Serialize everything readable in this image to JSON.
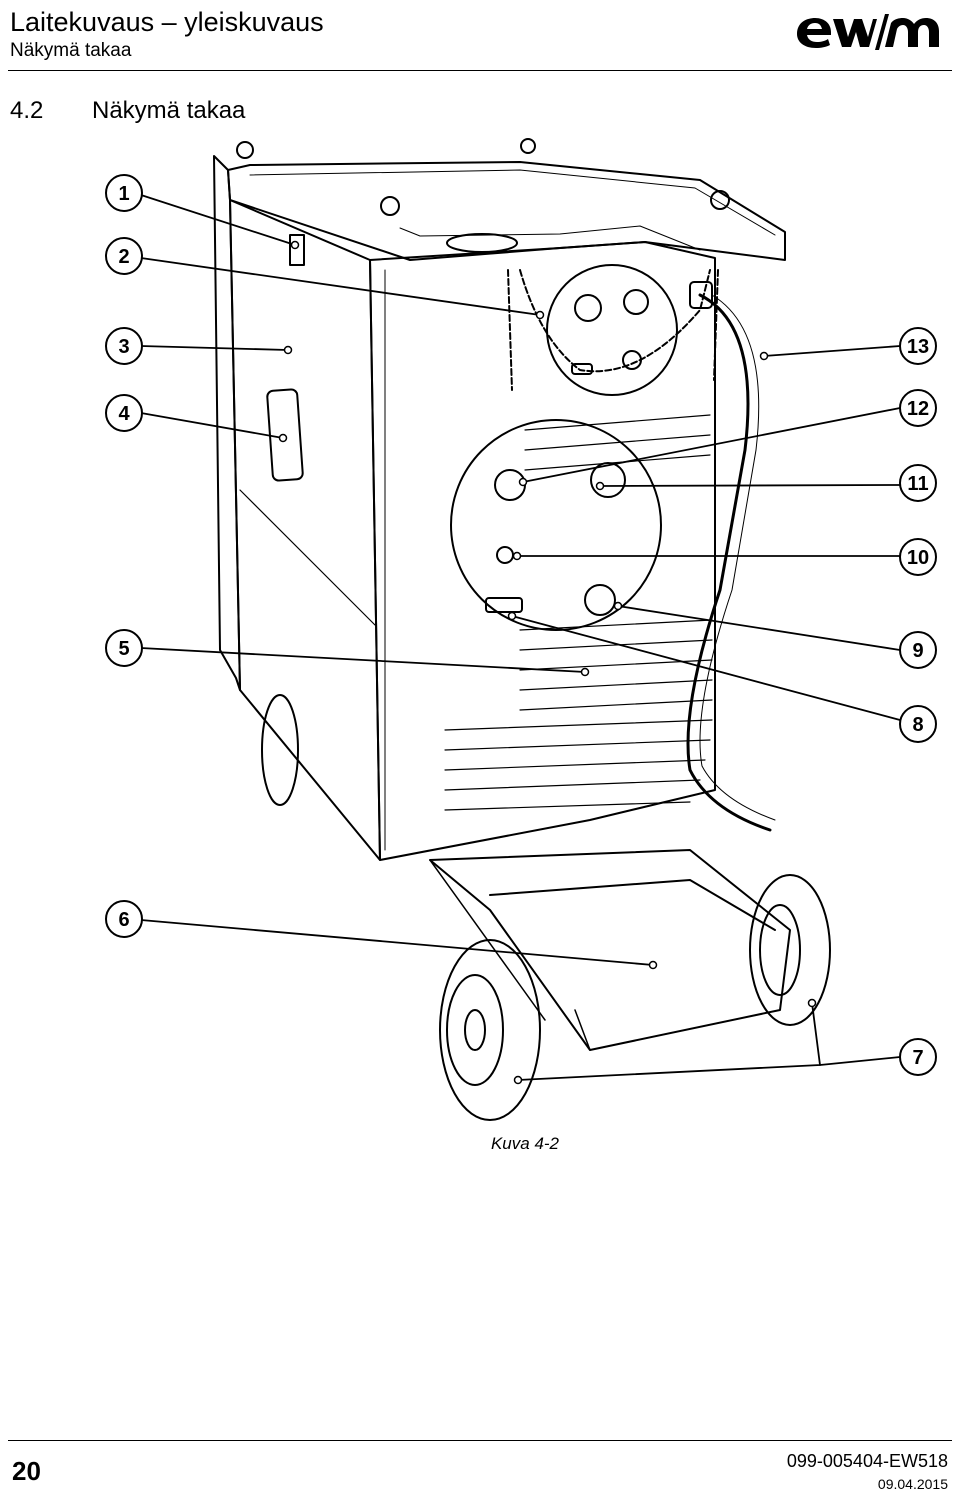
{
  "header": {
    "title": "Laitekuvaus – yleiskuvaus",
    "subtitle": "Näkymä takaa",
    "logo": "ewm"
  },
  "section": {
    "number": "4.2",
    "title": "Näkymä takaa"
  },
  "figure": {
    "callouts": [
      "1",
      "2",
      "3",
      "4",
      "5",
      "6",
      "7",
      "8",
      "9",
      "10",
      "11",
      "12",
      "13"
    ],
    "caption": "Kuva 4-2"
  },
  "footer": {
    "page_number": "20",
    "document_number": "099-005404-EW518",
    "date": "09.04.2015"
  }
}
